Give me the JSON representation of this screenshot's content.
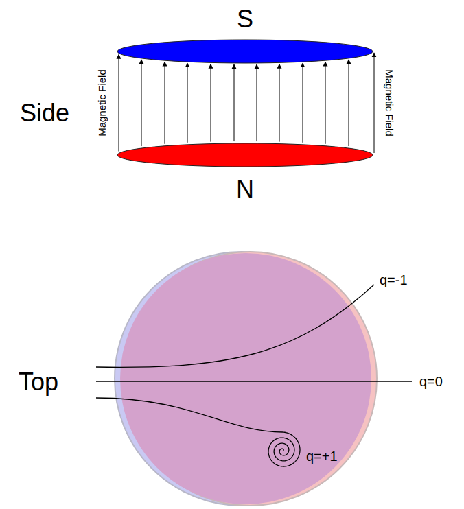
{
  "diagram": {
    "nodes": [
      {
        "text": [
          "S"
        ]
      },
      {
        "text": [
          "N"
        ]
      }
    ],
    "edges": [
      {
        "from": 1,
        "to": 0,
        "arrow": "to"
      },
      {
        "from": 1,
        "to": 0,
        "arrow": "to"
      },
      {
        "from": 1,
        "to": 0,
        "arrow": "to"
      },
      {
        "from": 1,
        "to": 0,
        "arrow": "to"
      },
      {
        "from": 1,
        "to": 0,
        "arrow": "to"
      },
      {
        "from": 1,
        "to": 0,
        "arrow": "to"
      },
      {
        "from": 1,
        "to": 0,
        "arrow": "to"
      },
      {
        "from": 1,
        "to": 0,
        "arrow": "to"
      },
      {
        "from": 1,
        "to": 0,
        "arrow": "to"
      },
      {
        "from": 1,
        "to": 0,
        "arrow": "to"
      },
      {
        "from": 1,
        "to": 0,
        "arrow": "to"
      },
      {
        "from": 1,
        "to": 0,
        "arrow": "to"
      }
    ],
    "labels": [
      "Side",
      "Magnetic Field",
      "Magnetic Field",
      "Top",
      "q=-1",
      "q=0",
      "q=+1"
    ]
  }
}
